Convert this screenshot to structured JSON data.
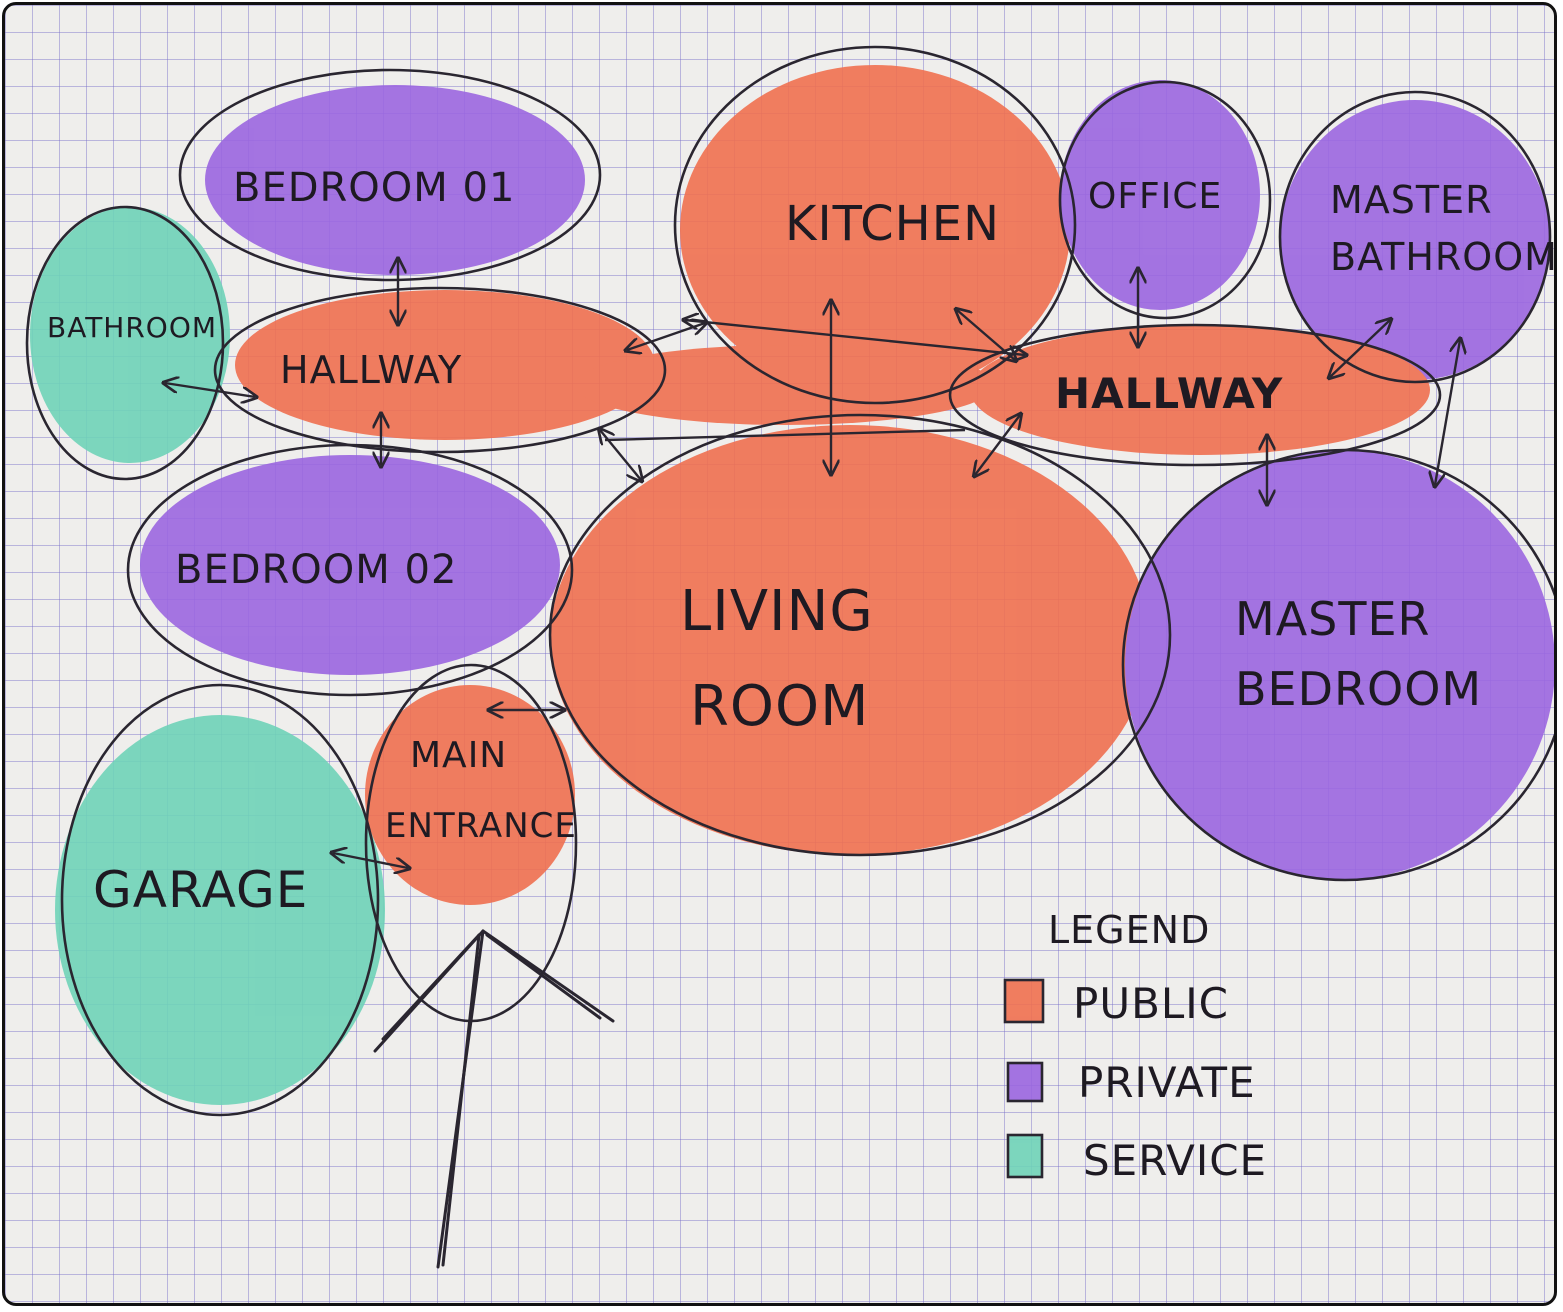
{
  "colors": {
    "public": "#f07050",
    "private": "#9b66e0",
    "service": "#6fd3b8",
    "ink": "#2a2630",
    "grid": "#8e85d6"
  },
  "rooms": {
    "bedroom_01": "BEDROOM 01",
    "bathroom": "BATHROOM",
    "hallway_left": "HALLWAY",
    "kitchen": "KITCHEN",
    "office": "OFFICE",
    "master_bathroom_line1": "MASTER",
    "master_bathroom_line2": "BATHROOM",
    "hallway_right": "HALLWAY",
    "bedroom_02": "BEDROOM 02",
    "living_room_line1": "LIVING",
    "living_room_line2": "ROOM",
    "master_bedroom_line1": "MASTER",
    "master_bedroom_line2": "BEDROOM",
    "main_entrance_line1": "MAIN",
    "main_entrance_line2": "ENTRANCE",
    "garage": "GARAGE"
  },
  "legend": {
    "title": "LEGEND",
    "items": [
      "PUBLIC",
      "PRIVATE",
      "SERVICE"
    ]
  }
}
